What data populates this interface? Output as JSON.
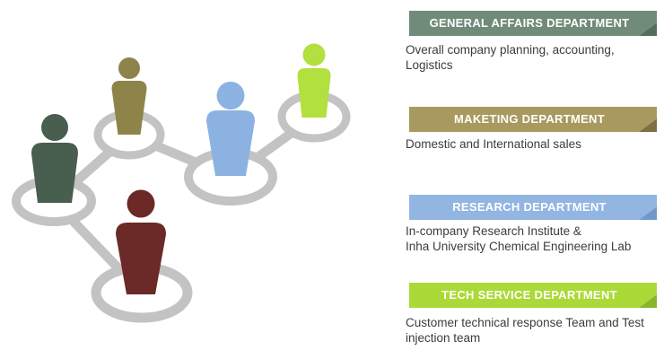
{
  "diagram": {
    "description_icons": "five person figures standing on gray rings linked by gray connectors",
    "connector_color": "#c3c3c3",
    "ring_color": "#c3c3c3",
    "ring_fill": "#ffffff",
    "nodes": [
      {
        "id": "general-affairs-person",
        "icon": "person-icon",
        "person_color": "#485E4F"
      },
      {
        "id": "marketing-person",
        "icon": "person-icon",
        "person_color": "#8E8449"
      },
      {
        "id": "research-person",
        "icon": "person-icon",
        "person_color": "#8CB2E2"
      },
      {
        "id": "tech-service-person",
        "icon": "person-icon",
        "person_color": "#B2E03E"
      },
      {
        "id": "team-member-person",
        "icon": "person-icon",
        "person_color": "#6B2A27"
      }
    ]
  },
  "departments": [
    {
      "title": "GENERAL AFFAIRS DEPARTMENT",
      "description": "Overall company planning, accounting,\nLogistics",
      "banner_color": "#708C79",
      "fold_color": "#526E5E",
      "title_color": "#ffffff"
    },
    {
      "title": "MAKETING DEPARTMENT",
      "description": "Domestic and International sales",
      "banner_color": "#A89A5F",
      "fold_color": "#7E7140",
      "title_color": "#ffffff"
    },
    {
      "title": "RESEARCH DEPARTMENT",
      "description": "In-company Research Institute &\nInha University Chemical Engineering Lab",
      "banner_color": "#92B5E2",
      "fold_color": "#7298C9",
      "title_color": "#ffffff"
    },
    {
      "title": "TECH SERVICE DEPARTMENT",
      "description": "Customer technical response Team and Test\ninjection team",
      "banner_color": "#AAD938",
      "fold_color": "#8BB42C",
      "title_color": "#ffffff"
    }
  ]
}
